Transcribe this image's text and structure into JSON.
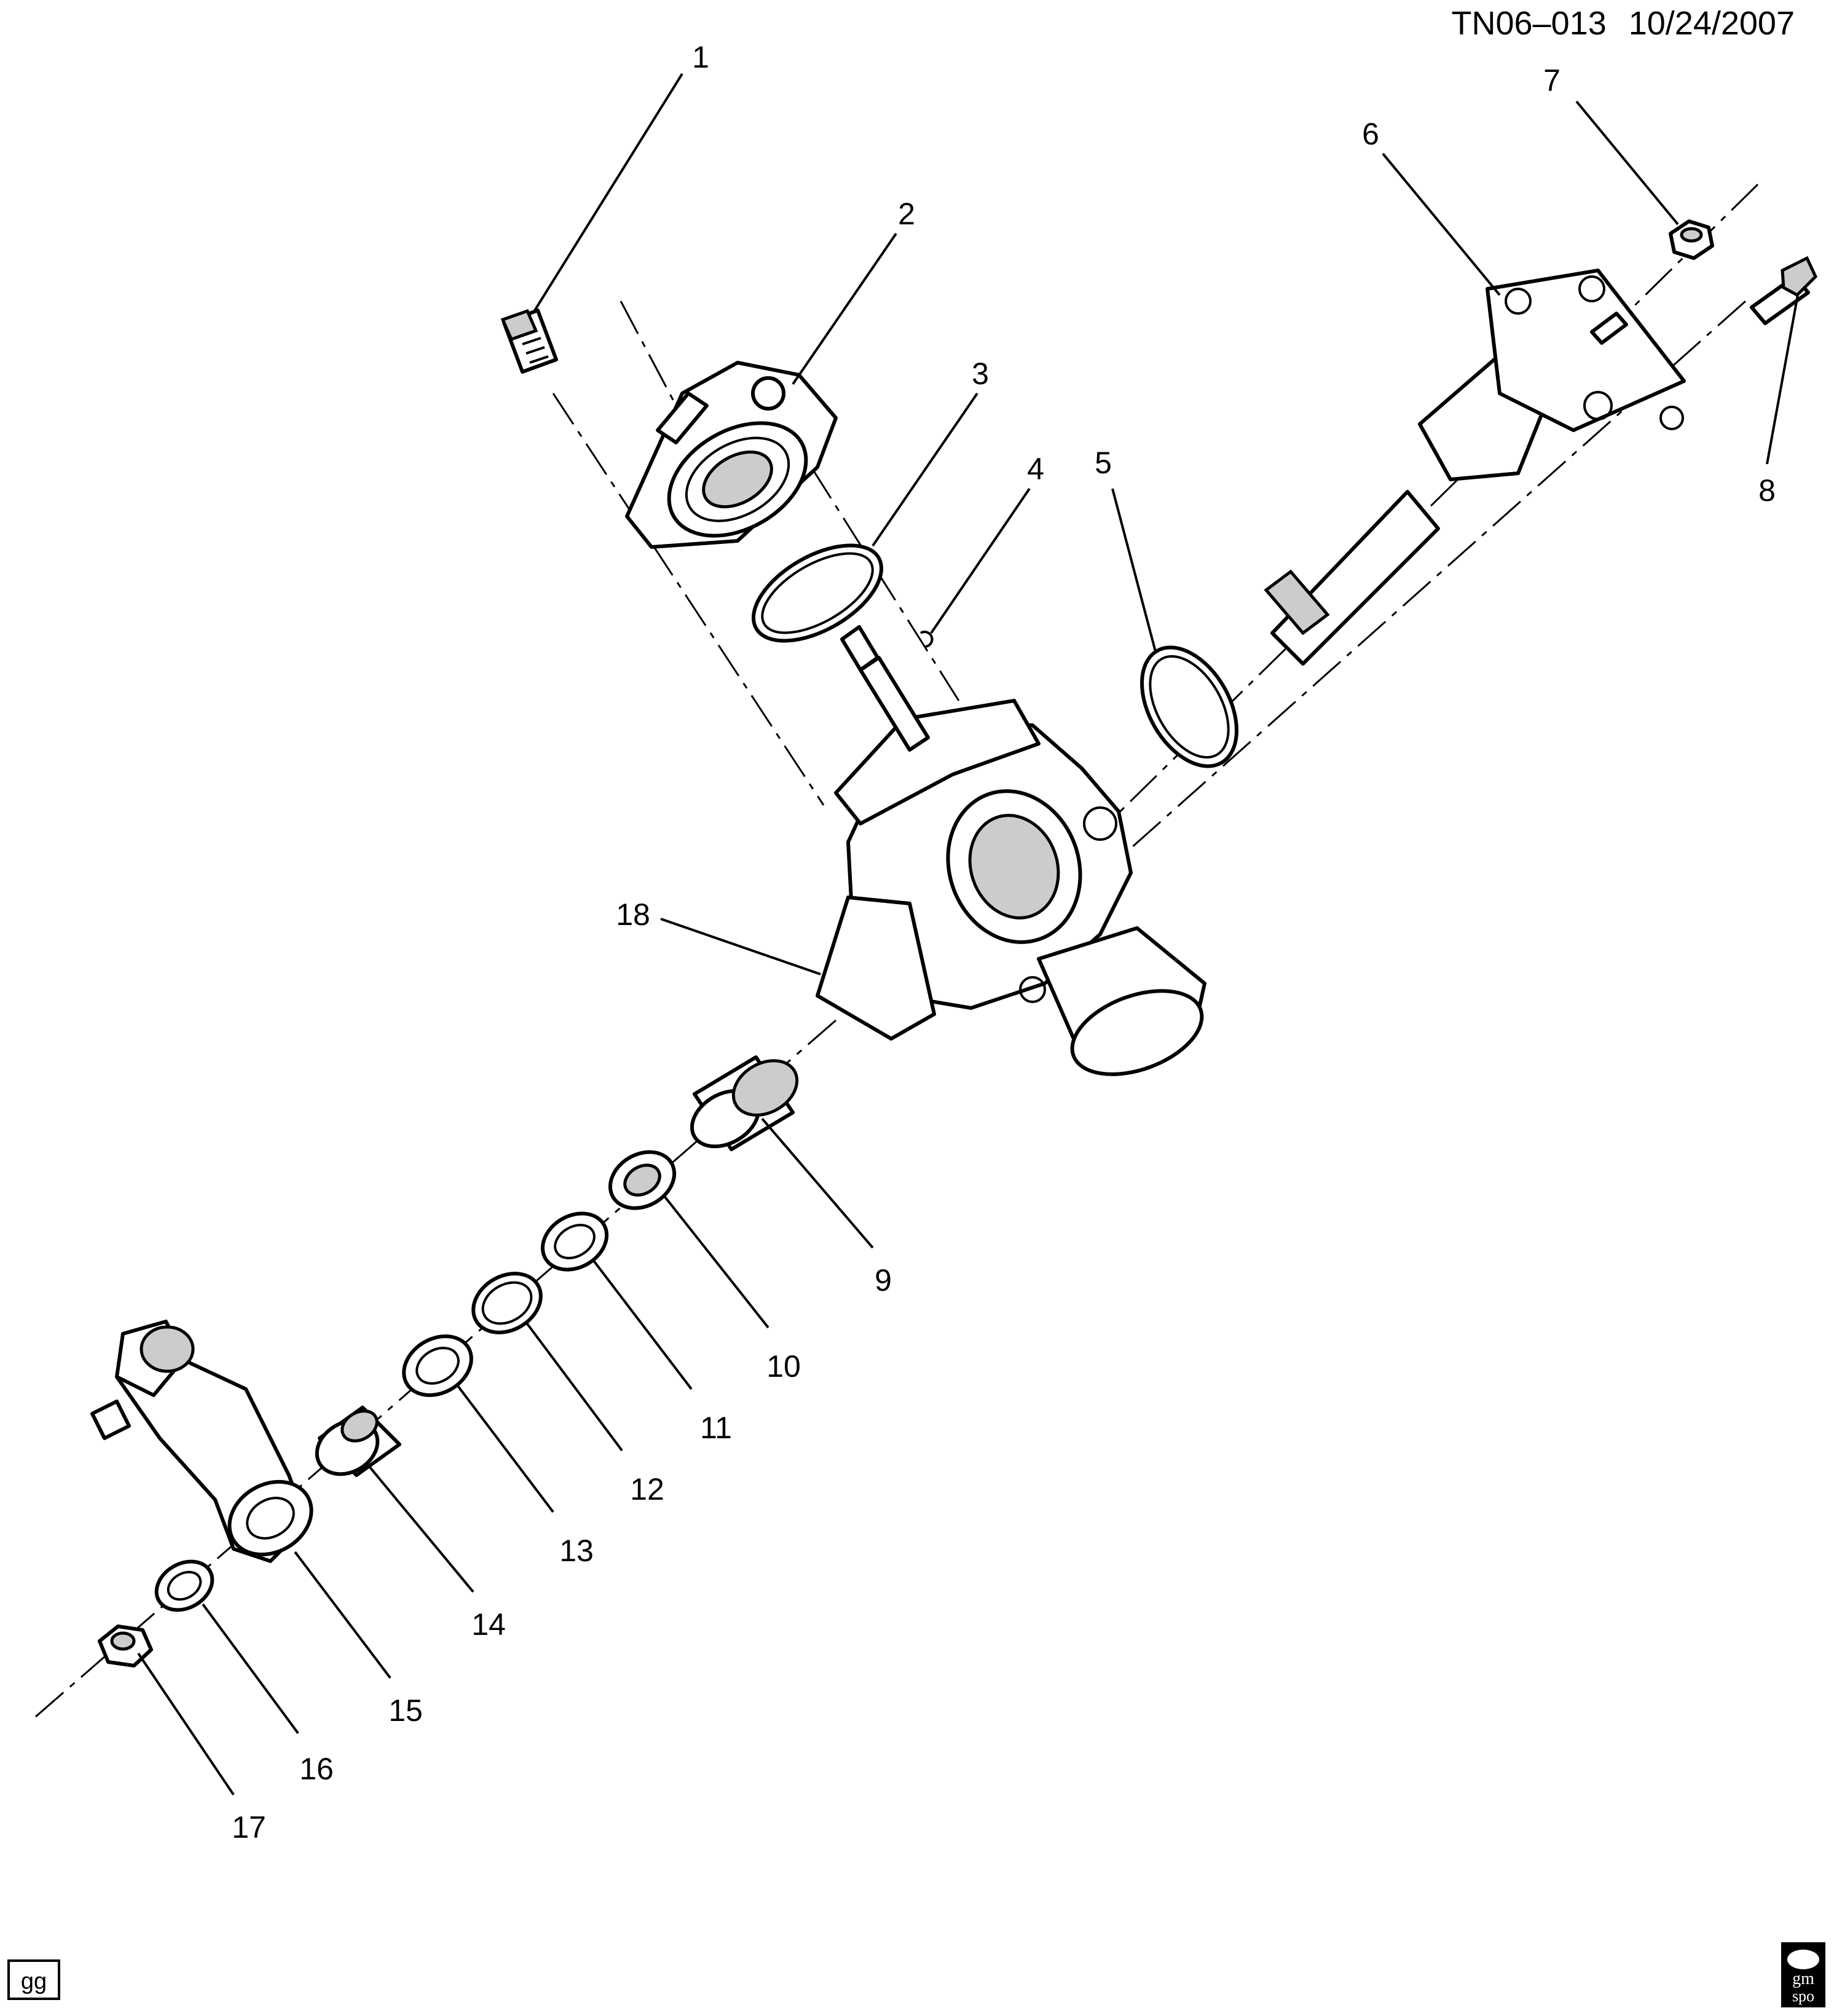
{
  "header": {
    "drawing_id": "TN06–013",
    "date": "10/24/2007"
  },
  "footer": {
    "code_box": "gg",
    "logo_text_top": "gm",
    "logo_text_bottom": "spo"
  },
  "callouts": [
    {
      "id": "callout-1",
      "text": "1"
    },
    {
      "id": "callout-2",
      "text": "2"
    },
    {
      "id": "callout-3",
      "text": "3"
    },
    {
      "id": "callout-4",
      "text": "4"
    },
    {
      "id": "callout-5",
      "text": "5"
    },
    {
      "id": "callout-6",
      "text": "6"
    },
    {
      "id": "callout-7",
      "text": "7"
    },
    {
      "id": "callout-8",
      "text": "8"
    },
    {
      "id": "callout-9",
      "text": "9"
    },
    {
      "id": "callout-10",
      "text": "10"
    },
    {
      "id": "callout-11",
      "text": "11"
    },
    {
      "id": "callout-12",
      "text": "12"
    },
    {
      "id": "callout-13",
      "text": "13"
    },
    {
      "id": "callout-14",
      "text": "14"
    },
    {
      "id": "callout-15",
      "text": "15"
    },
    {
      "id": "callout-16",
      "text": "16"
    },
    {
      "id": "callout-17",
      "text": "17"
    },
    {
      "id": "callout-18",
      "text": "18"
    }
  ]
}
